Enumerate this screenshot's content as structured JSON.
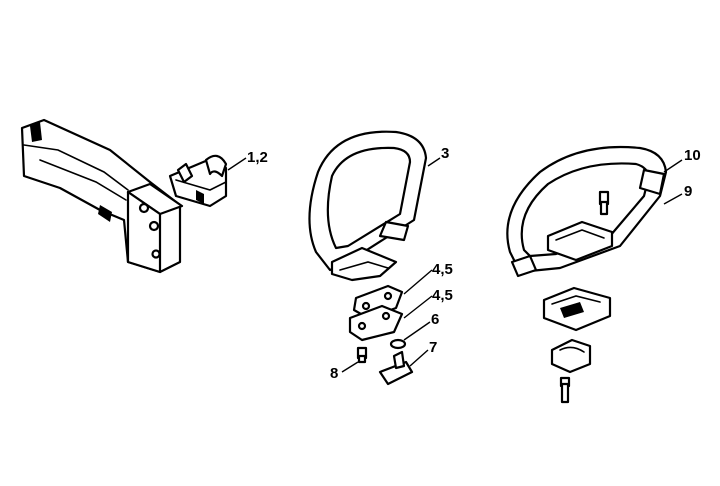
{
  "callouts": {
    "c12": "1,2",
    "c3": "3",
    "c45a": "4,5",
    "c45b": "4,5",
    "c6": "6",
    "c7": "7",
    "c8": "8",
    "c9": "9",
    "c10": "10"
  }
}
